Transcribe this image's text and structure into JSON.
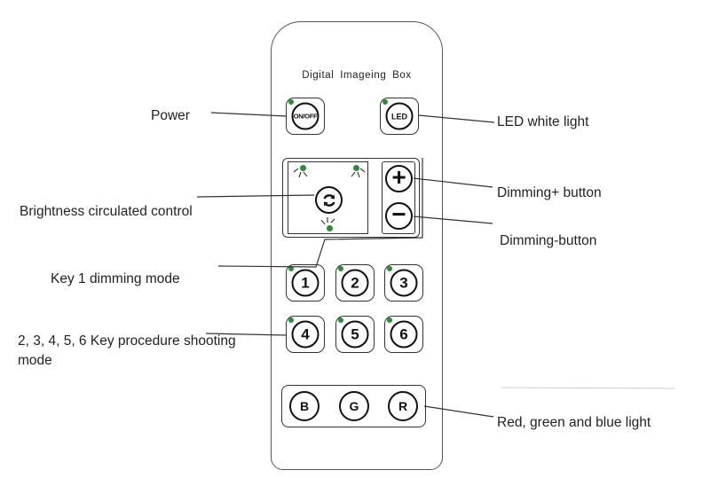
{
  "remote": {
    "title": "Digital  Imageing  Box",
    "buttons": {
      "power": "ON/OFF",
      "led": "LED",
      "plus": "+",
      "minus": "−",
      "numbers": [
        "1",
        "2",
        "3",
        "4",
        "5",
        "6"
      ],
      "colors": [
        "B",
        "G",
        "R"
      ]
    }
  },
  "labels": {
    "power": "Power",
    "led_white": "LED white light",
    "brightness": "Brightness circulated control",
    "dimming_plus": "Dimming+ button",
    "dimming_minus": "Dimming-button",
    "key1": "Key 1 dimming mode",
    "keys_procedure": "2, 3, 4, 5, 6 Key procedure shooting mode",
    "rgb": "Red, green and blue light"
  },
  "colors": {
    "indicator": "#2d8a3a",
    "outline": "#333333",
    "text": "#222222"
  },
  "icons": {
    "cycle": "cycle-arrows-icon",
    "light_ray": "light-ray-icon"
  }
}
